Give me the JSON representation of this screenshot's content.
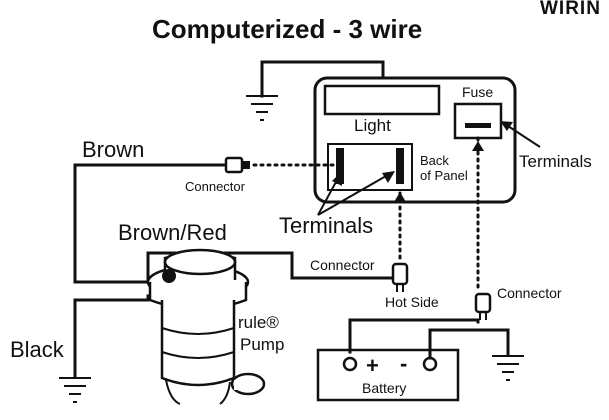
{
  "diagram": {
    "title": "Computerized - 3 wire",
    "header_partial": "WIRIN",
    "labels": {
      "brown": "Brown",
      "brown_red": "Brown/Red",
      "black": "Black",
      "connector_left": "Connector",
      "connector_middle": "Connector",
      "connector_right": "Connector",
      "terminals_left": "Terminals",
      "terminals_right": "Terminals",
      "light": "Light",
      "fuse": "Fuse",
      "back_of_panel_line1": "Back",
      "back_of_panel_line2": "of Panel",
      "hot_side": "Hot Side",
      "pump_brand": "rule®",
      "pump_word": "Pump",
      "battery": "Battery",
      "battery_plus": "+",
      "battery_minus": "-"
    },
    "icons": [
      "ground-symbol",
      "pump",
      "battery",
      "fuse",
      "connector"
    ]
  }
}
